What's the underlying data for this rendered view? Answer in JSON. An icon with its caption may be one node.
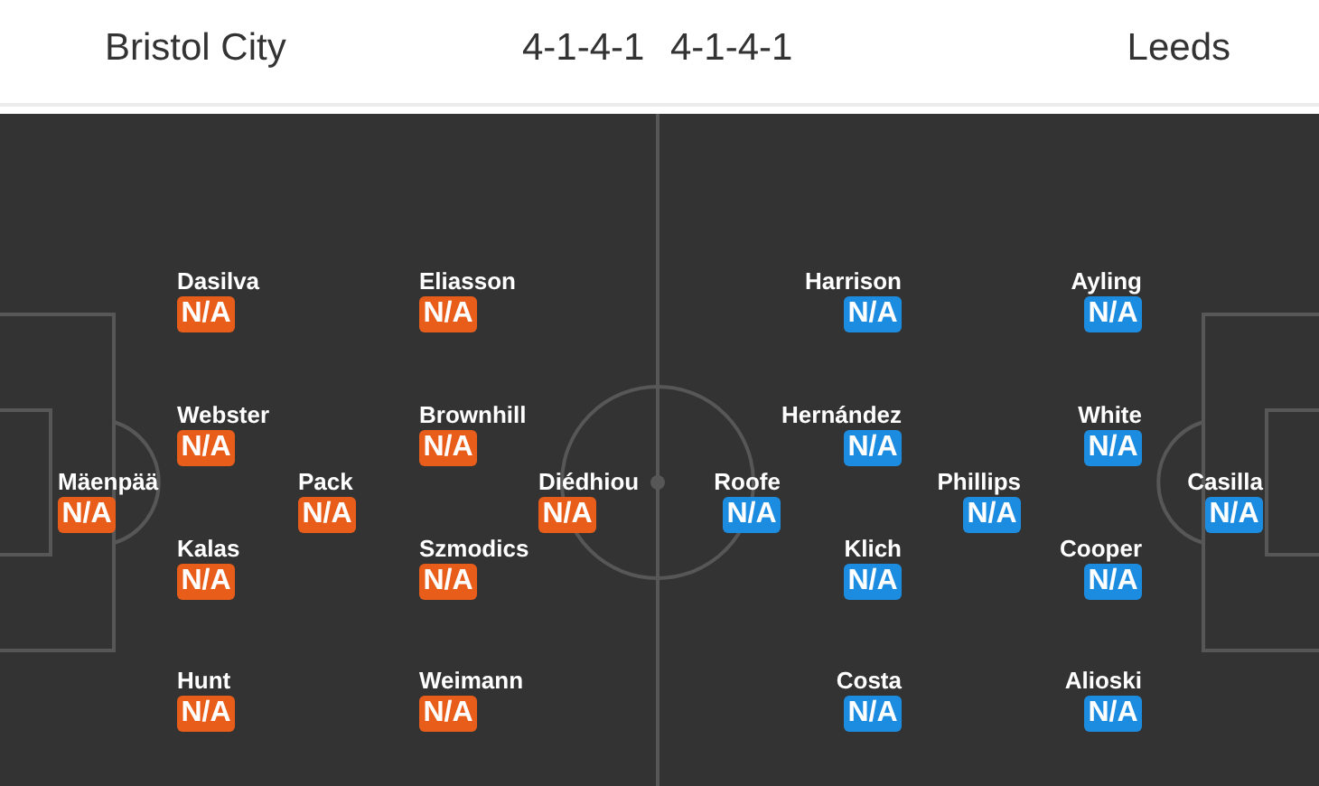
{
  "diagram": {
    "nodes": [
      {
        "text": [
          "Mäenpää",
          "N/A"
        ]
      },
      {
        "text": [
          "Dasilva",
          "N/A"
        ]
      },
      {
        "text": [
          "Webster",
          "N/A"
        ]
      },
      {
        "text": [
          "Kalas",
          "N/A"
        ]
      },
      {
        "text": [
          "Hunt",
          "N/A"
        ]
      },
      {
        "text": [
          "Pack",
          "N/A"
        ]
      },
      {
        "text": [
          "Eliasson",
          "N/A"
        ]
      },
      {
        "text": [
          "Brownhill",
          "N/A"
        ]
      },
      {
        "text": [
          "Szmodics",
          "N/A"
        ]
      },
      {
        "text": [
          "Weimann",
          "N/A"
        ]
      },
      {
        "text": [
          "Diédhiou",
          "N/A"
        ]
      },
      {
        "text": [
          "Roofe",
          "N/A"
        ]
      },
      {
        "text": [
          "Harrison",
          "N/A"
        ]
      },
      {
        "text": [
          "Hernández",
          "N/A"
        ]
      },
      {
        "text": [
          "Klich",
          "N/A"
        ]
      },
      {
        "text": [
          "Costa",
          "N/A"
        ]
      },
      {
        "text": [
          "Phillips",
          "N/A"
        ]
      },
      {
        "text": [
          "Ayling",
          "N/A"
        ]
      },
      {
        "text": [
          "White",
          "N/A"
        ]
      },
      {
        "text": [
          "Cooper",
          "N/A"
        ]
      },
      {
        "text": [
          "Alioski",
          "N/A"
        ]
      },
      {
        "text": [
          "Casilla",
          "N/A"
        ]
      }
    ],
    "labels": [
      "Bristol City",
      "4-1-4-1",
      "4-1-4-1",
      "Leeds"
    ]
  }
}
